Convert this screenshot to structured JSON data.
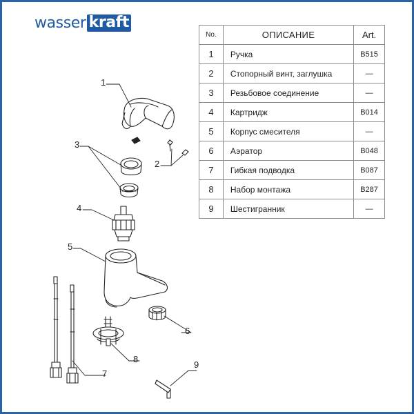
{
  "logo": {
    "part1": "wasser",
    "part2": "kraft"
  },
  "table": {
    "headers": {
      "no": "No.",
      "description": "ОПИСАНИЕ",
      "art": "Art."
    },
    "rows": [
      {
        "no": "1",
        "description": "Ручка",
        "art": "B515"
      },
      {
        "no": "2",
        "description": "Стопорный винт, заглушка",
        "art": "—"
      },
      {
        "no": "3",
        "description": "Резьбовое соединение",
        "art": "—"
      },
      {
        "no": "4",
        "description": "Картридж",
        "art": "B014"
      },
      {
        "no": "5",
        "description": "Корпус смесителя",
        "art": "—"
      },
      {
        "no": "6",
        "description": "Аэратор",
        "art": "B048"
      },
      {
        "no": "7",
        "description": "Гибкая подводка",
        "art": "B087"
      },
      {
        "no": "8",
        "description": "Набор монтажа",
        "art": "B287"
      },
      {
        "no": "9",
        "description": "Шестигранник",
        "art": "—"
      }
    ]
  },
  "callouts": [
    "1",
    "2",
    "3",
    "4",
    "5",
    "6",
    "7",
    "8",
    "9"
  ],
  "colors": {
    "border": "#2a63a8",
    "brand": "#1f5aa3",
    "line": "#222222",
    "table_border": "#8a8a8a"
  }
}
